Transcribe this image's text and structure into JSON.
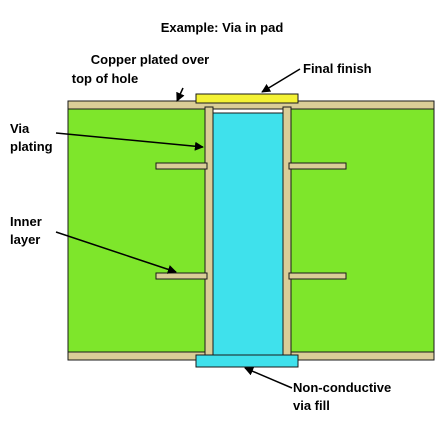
{
  "title": "Example: Via in pad",
  "labels": {
    "copper_plated_line1": "Copper plated over",
    "copper_plated_line2": "top of hole",
    "final_finish": "Final finish",
    "via_plating_line1": "Via",
    "via_plating_line2": "plating",
    "inner_layer_line1": "Inner",
    "inner_layer_line2": "layer",
    "fill_line1": "Non-conductive",
    "fill_line2": "via fill"
  },
  "colors": {
    "board": "#7ee62b",
    "copper": "#dacd97",
    "via_fill": "#3fe1ec",
    "final_finish": "#f4f234",
    "outline": "#1a1a1a",
    "text": "#000000",
    "background": "#ffffff"
  }
}
